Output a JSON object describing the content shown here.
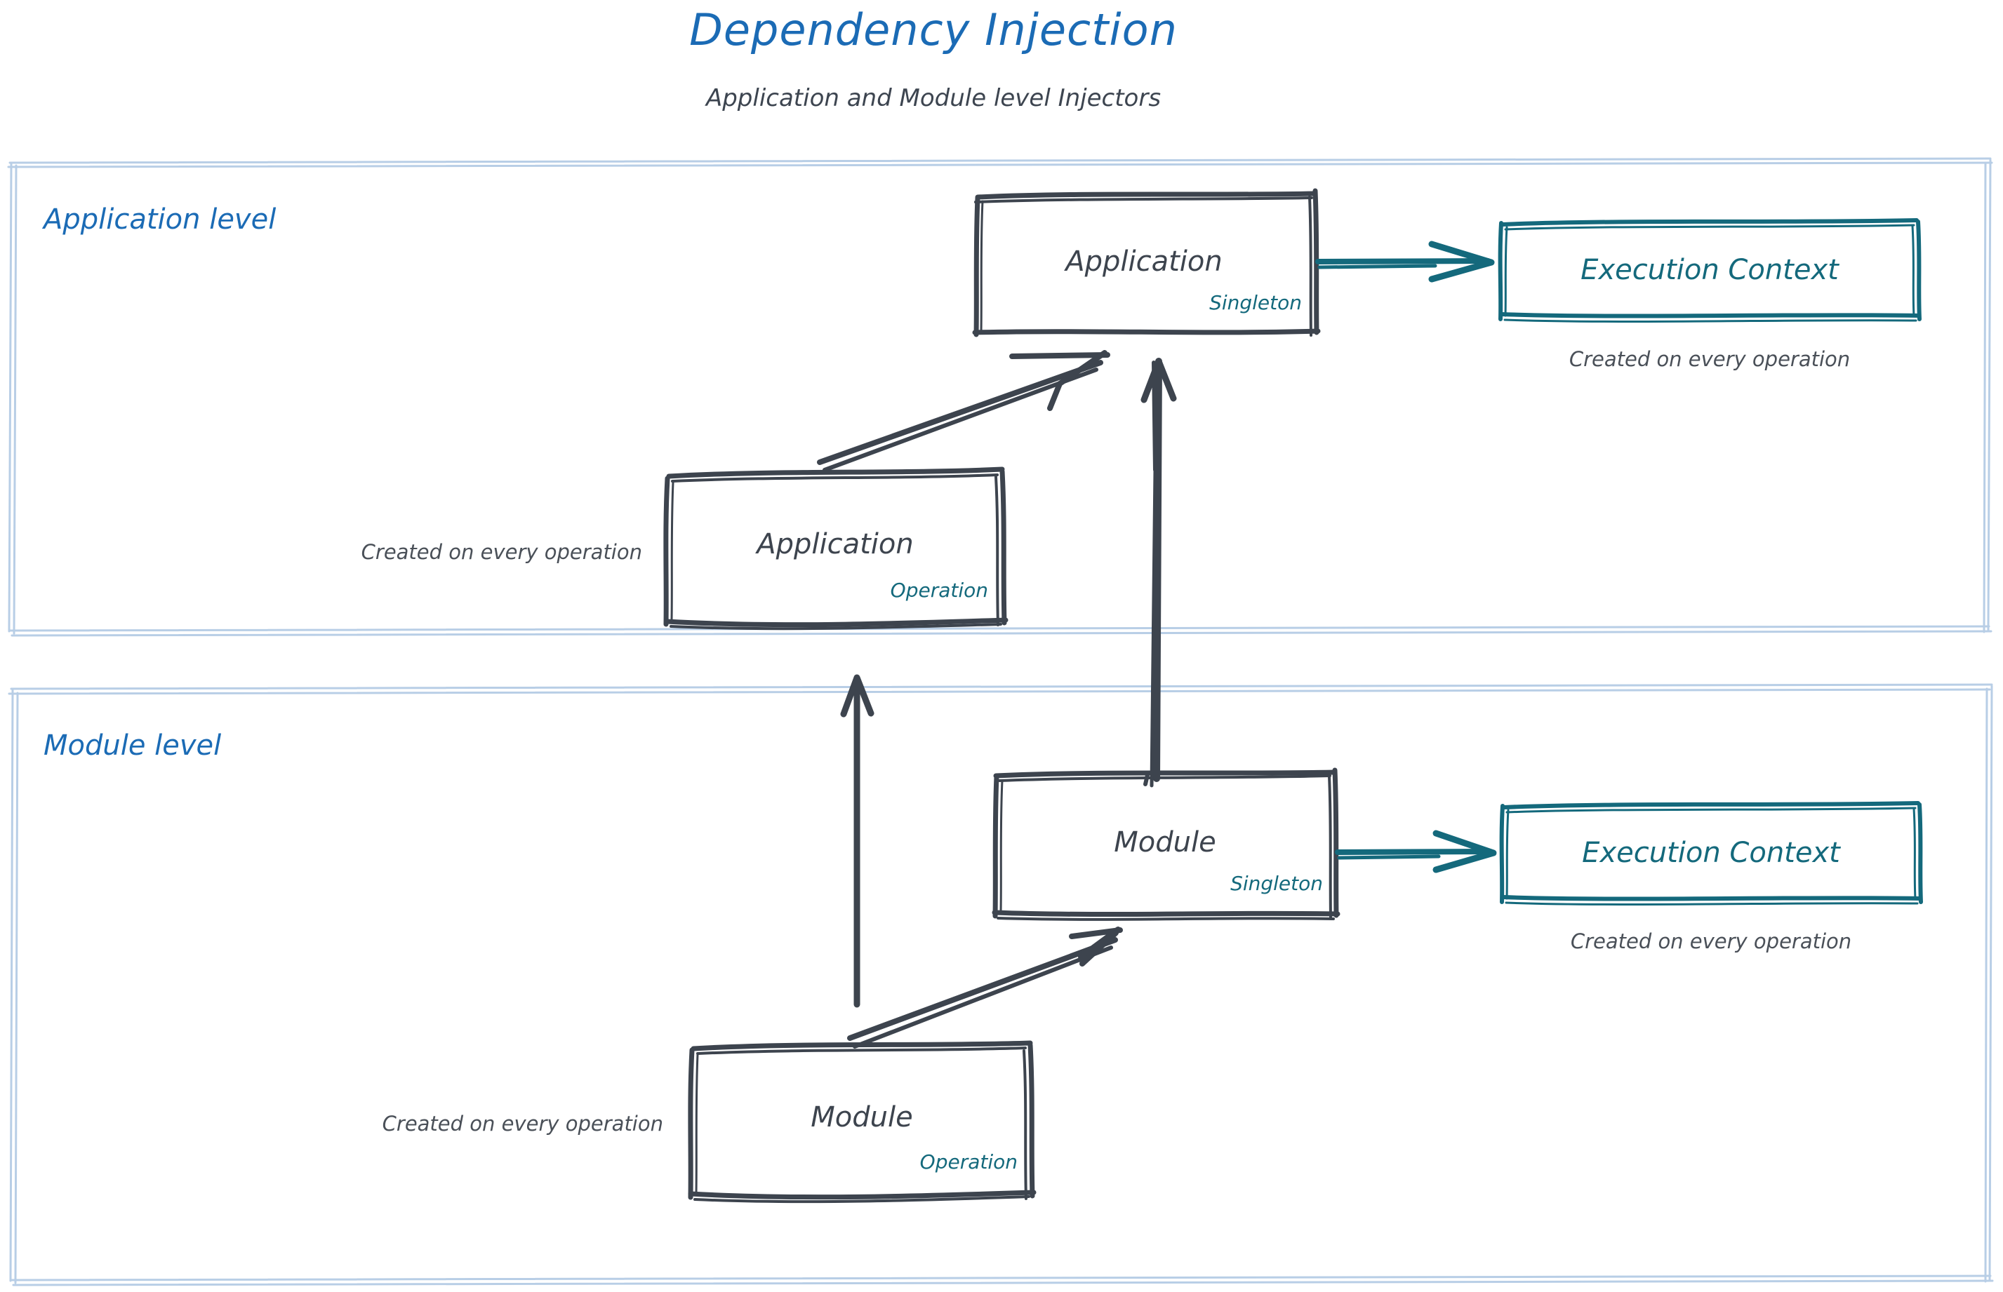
{
  "header": {
    "title": "Dependency Injection",
    "subtitle": "Application and Module level Injectors",
    "title_color": "#1b6bb5",
    "subtitle_color": "#3d4550"
  },
  "palette": {
    "ink": "#3d444e",
    "teal": "#14697c",
    "blue": "#1b6bb5",
    "container_border": "#b8cee6",
    "background": "#ffffff"
  },
  "zones": [
    {
      "id": "application-level",
      "label": "Application level",
      "boxes": [
        {
          "id": "application-singleton",
          "title": "Application",
          "scope": "Singleton",
          "style": "ink"
        },
        {
          "id": "application-operation",
          "title": "Application",
          "scope": "Operation",
          "style": "ink"
        },
        {
          "id": "application-execution-context",
          "title": "Execution Context",
          "scope": "",
          "style": "teal"
        }
      ],
      "captions": [
        {
          "id": "app-exec-ctx-caption",
          "text": "Created on every operation"
        },
        {
          "id": "app-operation-caption",
          "text": "Created on every operation"
        }
      ]
    },
    {
      "id": "module-level",
      "label": "Module level",
      "boxes": [
        {
          "id": "module-singleton",
          "title": "Module",
          "scope": "Singleton",
          "style": "ink"
        },
        {
          "id": "module-operation",
          "title": "Module",
          "scope": "Operation",
          "style": "ink"
        },
        {
          "id": "module-execution-context",
          "title": "Execution Context",
          "scope": "",
          "style": "teal"
        }
      ],
      "captions": [
        {
          "id": "module-exec-ctx-caption",
          "text": "Created on every operation"
        },
        {
          "id": "module-operation-caption",
          "text": "Created on every operation"
        }
      ]
    }
  ],
  "arrows": [
    {
      "id": "app-singleton-to-exec-context",
      "from": "application-singleton",
      "to": "application-execution-context",
      "color": "teal",
      "direction": "right"
    },
    {
      "id": "app-operation-to-app-singleton",
      "from": "application-operation",
      "to": "application-singleton",
      "color": "ink",
      "direction": "up-right"
    },
    {
      "id": "module-singleton-to-app-singleton",
      "from": "module-singleton",
      "to": "application-singleton",
      "color": "ink",
      "direction": "up"
    },
    {
      "id": "module-operation-to-app-operation",
      "from": "module-operation",
      "to": "application-operation",
      "color": "ink",
      "direction": "up"
    },
    {
      "id": "module-operation-to-module-singleton",
      "from": "module-operation",
      "to": "module-singleton",
      "color": "ink",
      "direction": "up-right"
    },
    {
      "id": "module-singleton-to-exec-context",
      "from": "module-singleton",
      "to": "module-execution-context",
      "color": "teal",
      "direction": "right"
    }
  ]
}
